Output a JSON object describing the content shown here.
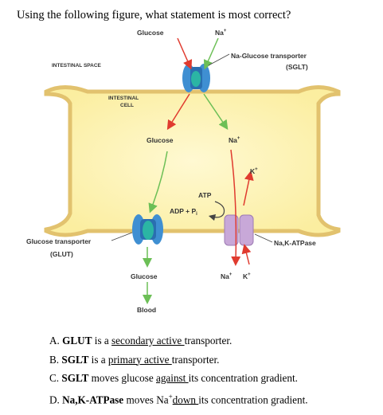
{
  "question": "Using the following figure, what statement is most correct?",
  "figure": {
    "glucose_top": "Glucose",
    "na_top": "Na",
    "sup_plus": "+",
    "sglt_name": "Na-Glucose transporter",
    "sglt_abbr": "(SGLT)",
    "intestinal_space": "INTESTINAL SPACE",
    "intestinal_cell_1": "INTESTINAL",
    "intestinal_cell_2": "CELL",
    "glucose_mid": "Glucose",
    "na_mid": "Na",
    "k_mid": "K",
    "atp": "ATP",
    "adp_pi": "ADP + P",
    "pi_sub": "i",
    "glut_name": "Glucose transporter",
    "glut_abbr": "(GLUT)",
    "nak_name": "Na,K-ATPase",
    "glucose_bottom": "Glucose",
    "na_bottom": "Na",
    "k_bottom": "K",
    "blood": "Blood",
    "colors": {
      "cell": "#fdf3b2",
      "membrane": "#e7c878",
      "transporter_blue": "#3f8fd2",
      "transporter_green": "#2bb5a4",
      "pump_purple": "#c8a8d8",
      "arrow_red": "#e03b2f",
      "arrow_green": "#6cbf56"
    }
  },
  "options": {
    "a": {
      "prefix": "A. ",
      "bold": "GLUT",
      "mid": " is a ",
      "underline": "secondary active ",
      "end": "transporter."
    },
    "b": {
      "prefix": "B. ",
      "bold": "SGLT",
      "mid": " is a ",
      "underline": "primary active ",
      "end": "transporter."
    },
    "c": {
      "prefix": "C. ",
      "bold": "SGLT",
      "mid": " moves glucose ",
      "underline": "against ",
      "end": "its concentration gradient."
    },
    "d": {
      "prefix": "D. ",
      "bold": "Na,K-ATPase",
      "mid": " moves Na",
      "sup": "+",
      "underline": "down ",
      "end": "its concentration gradient."
    }
  }
}
